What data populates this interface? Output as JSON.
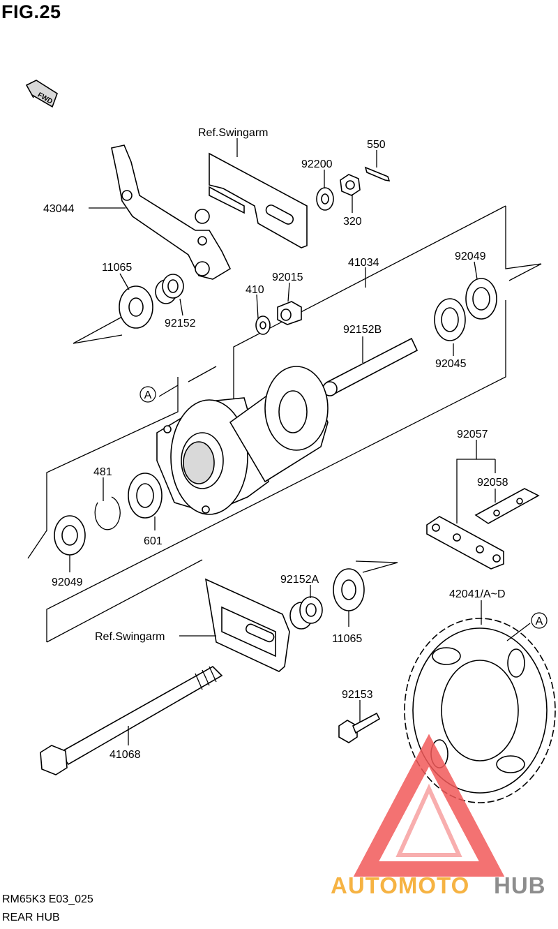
{
  "figure": {
    "title": "FIG.25",
    "drawing_code": "RM65K3 E03_025",
    "drawing_name": "REAR HUB",
    "fwd_arrow": "FWD"
  },
  "parts": {
    "ref_swingarm_top": "Ref.Swingarm",
    "ref_swingarm_bottom": "Ref.Swingarm",
    "p43044": "43044",
    "p92200": "92200",
    "p550": "550",
    "p320": "320",
    "p11065_left": "11065",
    "p92152": "92152",
    "p410": "410",
    "p92015": "92015",
    "p41034": "41034",
    "p92049_right": "92049",
    "p92152b": "92152B",
    "p92045": "92045",
    "p92057": "92057",
    "p92058": "92058",
    "p481": "481",
    "p601": "601",
    "p92049_left": "92049",
    "p92152a": "92152A",
    "p11065_right": "11065",
    "p42041": "42041/A~D",
    "p92153": "92153",
    "p41068": "41068",
    "ref_a_left": "A",
    "ref_a_right": "A"
  },
  "watermark": {
    "brand_part1": "AUTOMOTO",
    "brand_part2": "HUB",
    "color_red": "#f25a5a",
    "color_orange": "#f5a623",
    "color_gray": "#7a7a7a"
  }
}
